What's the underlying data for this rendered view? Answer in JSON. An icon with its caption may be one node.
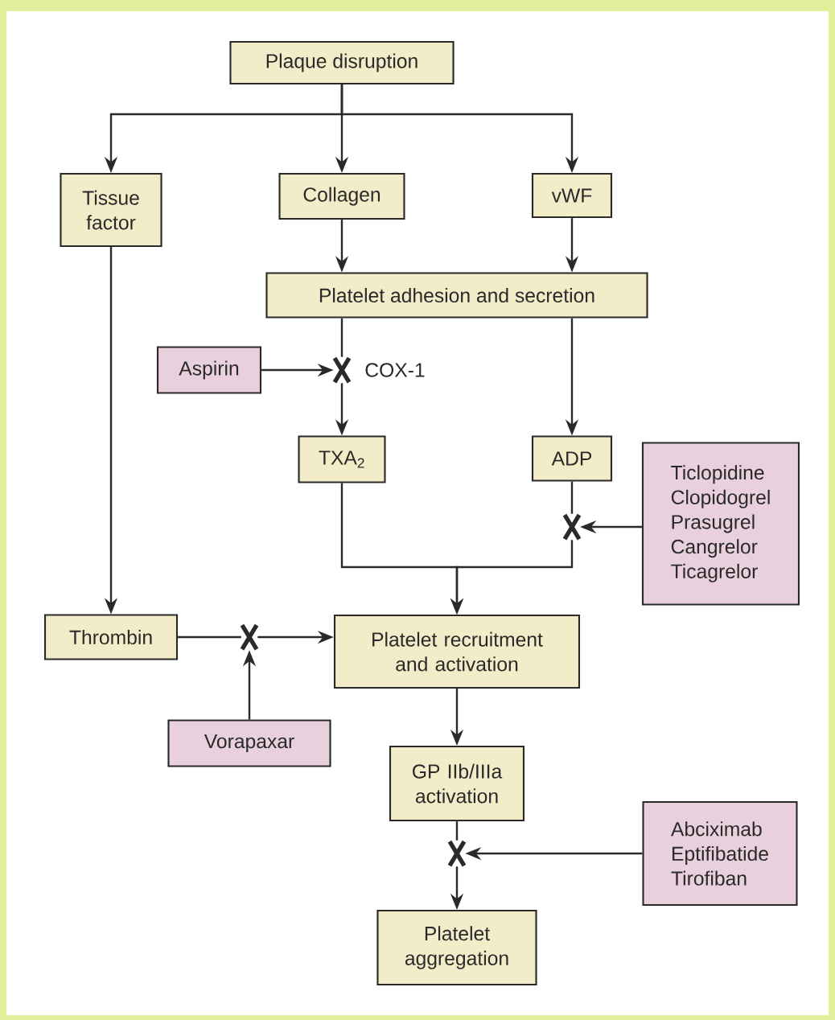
{
  "diagram": {
    "nodes": [
      {
        "text": [
          "Plaque disruption"
        ]
      },
      {
        "text": [
          "Tissue factor"
        ]
      },
      {
        "text": [
          "Collagen"
        ]
      },
      {
        "text": [
          "vWF"
        ]
      },
      {
        "text": [
          "Platelet adhesion and secretion"
        ]
      },
      {
        "text": [
          "Aspirin"
        ]
      },
      {
        "text": [
          "TXA$_{2}$"
        ]
      },
      {
        "text": [
          "ADP"
        ]
      },
      {
        "text": [
          "Ticlopidine",
          "Clopidogrel",
          "Prasugrel",
          "Cangrelor",
          "Ticagrelor"
        ]
      },
      {
        "text": [
          "Thrombin"
        ]
      },
      {
        "text": [
          "Platelet recruitment and activation"
        ]
      },
      {
        "text": [
          "Vorapaxar"
        ]
      },
      {
        "text": [
          "GP IIb/IIIa activation"
        ]
      },
      {
        "text": [
          "Abciximab",
          "Eptifibatide",
          "Tirofiban"
        ]
      },
      {
        "text": [
          "Platelet aggregation"
        ]
      },
      {
        "text": [],
        "shape": "cross"
      },
      {
        "text": [],
        "shape": "cross"
      },
      {
        "text": [],
        "shape": "cross"
      },
      {
        "text": [],
        "shape": "cross"
      }
    ],
    "edges": [
      {
        "from": 0,
        "to": 1,
        "arrow": "to"
      },
      {
        "from": 0,
        "to": 2,
        "arrow": "to"
      },
      {
        "from": 0,
        "to": 3,
        "arrow": "to"
      },
      {
        "from": 2,
        "to": 4,
        "arrow": "to"
      },
      {
        "from": 3,
        "to": 4,
        "arrow": "to"
      },
      {
        "from": 4,
        "to": 15,
        "arrow": "none"
      },
      {
        "from": 15,
        "to": 6,
        "arrow": "to"
      },
      {
        "from": 5,
        "to": 15,
        "arrow": "to"
      },
      {
        "from": 4,
        "to": 7,
        "arrow": "to"
      },
      {
        "from": 6,
        "to": 10,
        "arrow": "to"
      },
      {
        "from": 7,
        "to": 16,
        "arrow": "none"
      },
      {
        "from": 16,
        "to": 10,
        "arrow": "to"
      },
      {
        "from": 8,
        "to": 16,
        "arrow": "to"
      },
      {
        "from": 1,
        "to": 9,
        "arrow": "to"
      },
      {
        "from": 9,
        "to": 17,
        "arrow": "none"
      },
      {
        "from": 17,
        "to": 10,
        "arrow": "to"
      },
      {
        "from": 11,
        "to": 17,
        "arrow": "to"
      },
      {
        "from": 10,
        "to": 12,
        "arrow": "to"
      },
      {
        "from": 12,
        "to": 18,
        "arrow": "none"
      },
      {
        "from": 18,
        "to": 14,
        "arrow": "to"
      },
      {
        "from": 13,
        "to": 18,
        "arrow": "to"
      }
    ],
    "labels": [
      "COX-1"
    ]
  }
}
